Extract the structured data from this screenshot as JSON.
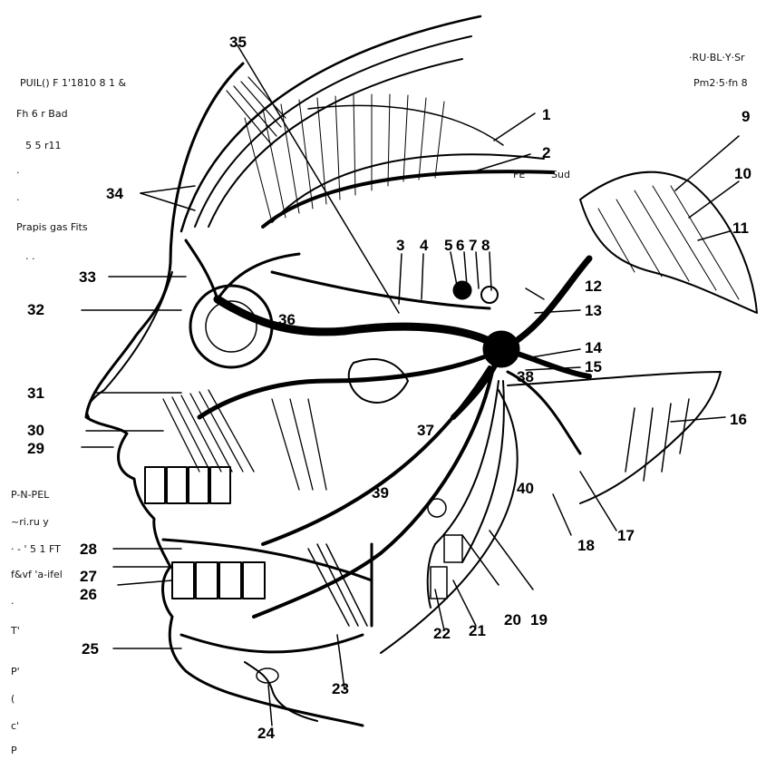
{
  "figure": {
    "labels": [
      "1",
      "2",
      "3",
      "4",
      "5",
      "6",
      "7",
      "8",
      "9",
      "10",
      "11",
      "12",
      "13",
      "14",
      "15",
      "16",
      "17",
      "18",
      "19",
      "20",
      "21",
      "22",
      "23",
      "24",
      "25",
      "26",
      "27",
      "28",
      "29",
      "30",
      "31",
      "32",
      "33",
      "34",
      "35",
      "36",
      "37",
      "38",
      "39",
      "40"
    ],
    "left_annotations": [
      "PUIL() F 1'1810 8 1 & ",
      "Fh 6 r Bad",
      "5 5 r11",
      "·",
      "·",
      "Prapis gas Fits",
      "· ·",
      "P-N-PEL",
      "~ri.ru y",
      "· - ' 5 1 FT",
      "f&vf 'a-ifel",
      "·",
      "T'",
      "P'",
      "(",
      "c'",
      "P"
    ],
    "right_annotations": [
      "·RU·BL·Y·Sr",
      "Pm2·5·fn 8"
    ],
    "small_annotations": [
      "FE",
      "Sud"
    ]
  }
}
